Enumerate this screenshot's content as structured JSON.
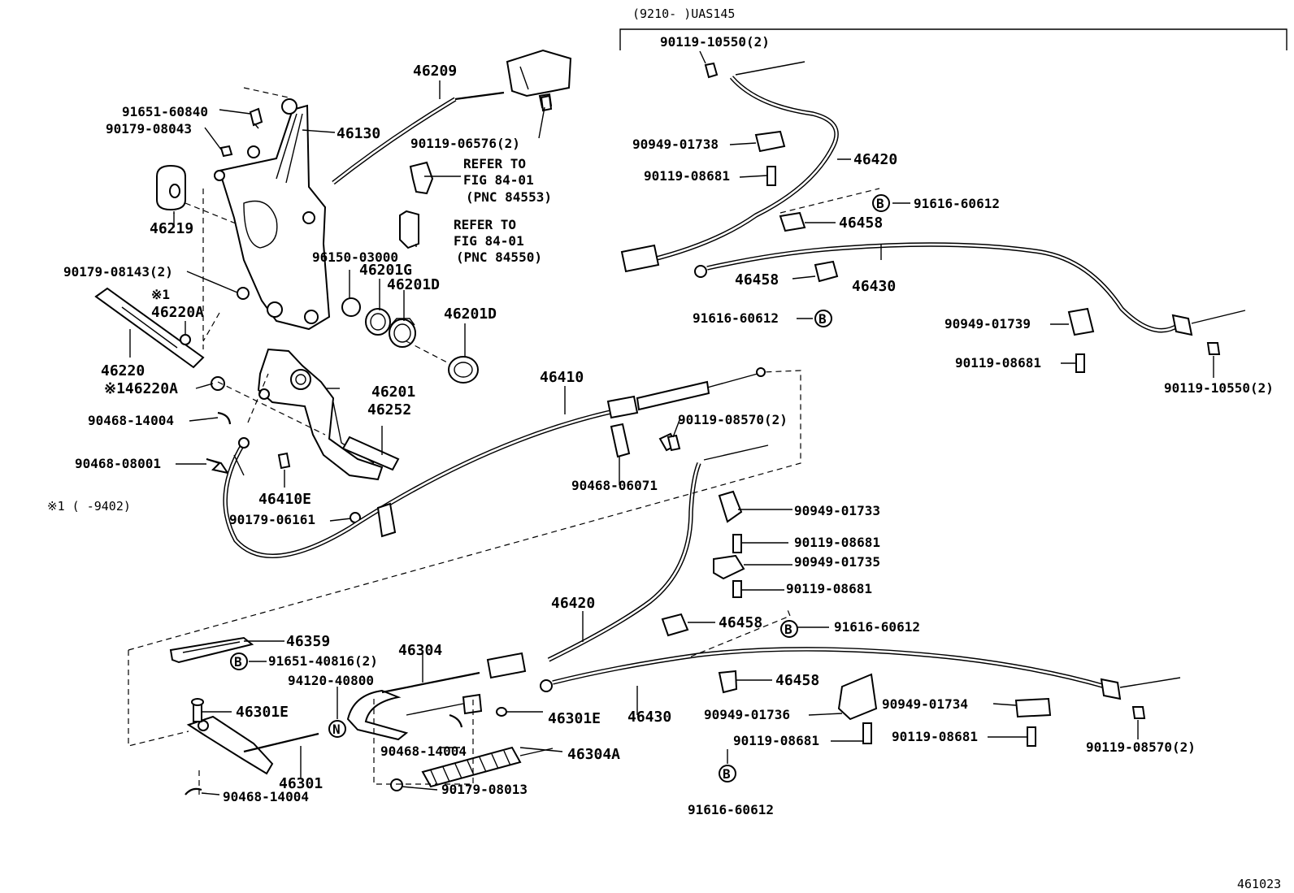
{
  "header": {
    "range": "(9210-      )UAS145"
  },
  "footer": {
    "figure_no": "461023"
  },
  "note": {
    "star1": "※1 (      -9402)"
  },
  "labels": {
    "p46209": "46209",
    "p91651_60840": "91651-60840",
    "p90179_08043": "90179-08043",
    "p46130": "46130",
    "p90119_06576": "90119-06576(2)",
    "p46219": "46219",
    "p90179_08143": "90179-08143(2)",
    "star1_top": "※1",
    "p46220A_top": "46220A",
    "p46220": "46220",
    "p46220A_bottom": "※146220A",
    "p96150_03000": "96150-03000",
    "p46201G": "46201G",
    "p46201D_a": "46201D",
    "p46201D_b": "46201D",
    "p46201": "46201",
    "p46252": "46252",
    "p90468_14004_a": "90468-14004",
    "p90468_08001": "90468-08001",
    "p46410E": "46410E",
    "p90179_06161": "90179-06161",
    "p46410": "46410",
    "p90468_06071": "90468-06071",
    "p90119_08570_a": "90119-08570(2)",
    "p90949_01733": "90949-01733",
    "p90119_08681_a": "90119-08681",
    "p90949_01735": "90949-01735",
    "p90119_08681_b": "90119-08681",
    "p46420_b": "46420",
    "p46458_c": "46458",
    "p91616_60612_c": "91616-60612",
    "p46359": "46359",
    "p91651_40816": "91651-40816(2)",
    "p46304": "46304",
    "p94120_40800": "94120-40800",
    "p46301E_a": "46301E",
    "p46301E_b": "46301E",
    "p46430_b": "46430",
    "p46458_d": "46458",
    "p90949_01736": "90949-01736",
    "p90119_08681_c": "90119-08681",
    "p91616_60612_d": "91616-60612",
    "p90949_01734": "90949-01734",
    "p90119_08681_d": "90119-08681",
    "p90119_08570_b": "90119-08570(2)",
    "p46301": "46301",
    "p90468_14004_b": "90468-14004",
    "p90468_14004_c": "90468-14004",
    "p46304A": "46304A",
    "p90179_08013": "90179-08013",
    "p90119_10550_a": "90119-10550(2)",
    "p90949_01738": "90949-01738",
    "p46420_a": "46420",
    "p90119_08681_e": "90119-08681",
    "p91616_60612_a": "91616-60612",
    "p46458_a": "46458",
    "p46430_a": "46430",
    "p46458_b": "46458",
    "p91616_60612_b": "91616-60612",
    "p90949_01739": "90949-01739",
    "p90119_08681_f": "90119-08681",
    "p90119_10550_b": "90119-10550(2)"
  },
  "refers": {
    "r1_line1": "REFER TO",
    "r1_line2": "FIG 84-01",
    "r1_line3": "(PNC 84553)",
    "r2_line1": "REFER TO",
    "r2_line2": "FIG 84-01",
    "r2_line3": "(PNC 84550)"
  },
  "markers": {
    "B": "B",
    "N": "N"
  }
}
